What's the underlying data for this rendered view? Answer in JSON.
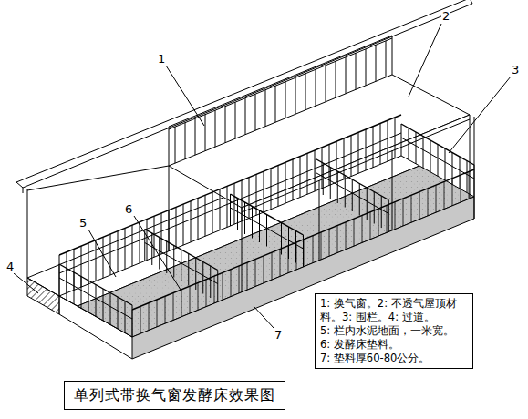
{
  "diagram": {
    "title": "单列式带换气窗发酵床效果图",
    "nodes": [
      {
        "text": [
          "1: 换气窗。",
          "2: 不透气屋顶材料。",
          "3: 围栏。",
          "4: 过道。",
          "5: 栏内水泥地面，一米宽。",
          "6: 发酵床垫料。",
          "7: 垫料厚60-80公分。"
        ]
      }
    ],
    "labels": [
      "1",
      "2",
      "3",
      "4",
      "5",
      "6",
      "7"
    ]
  }
}
